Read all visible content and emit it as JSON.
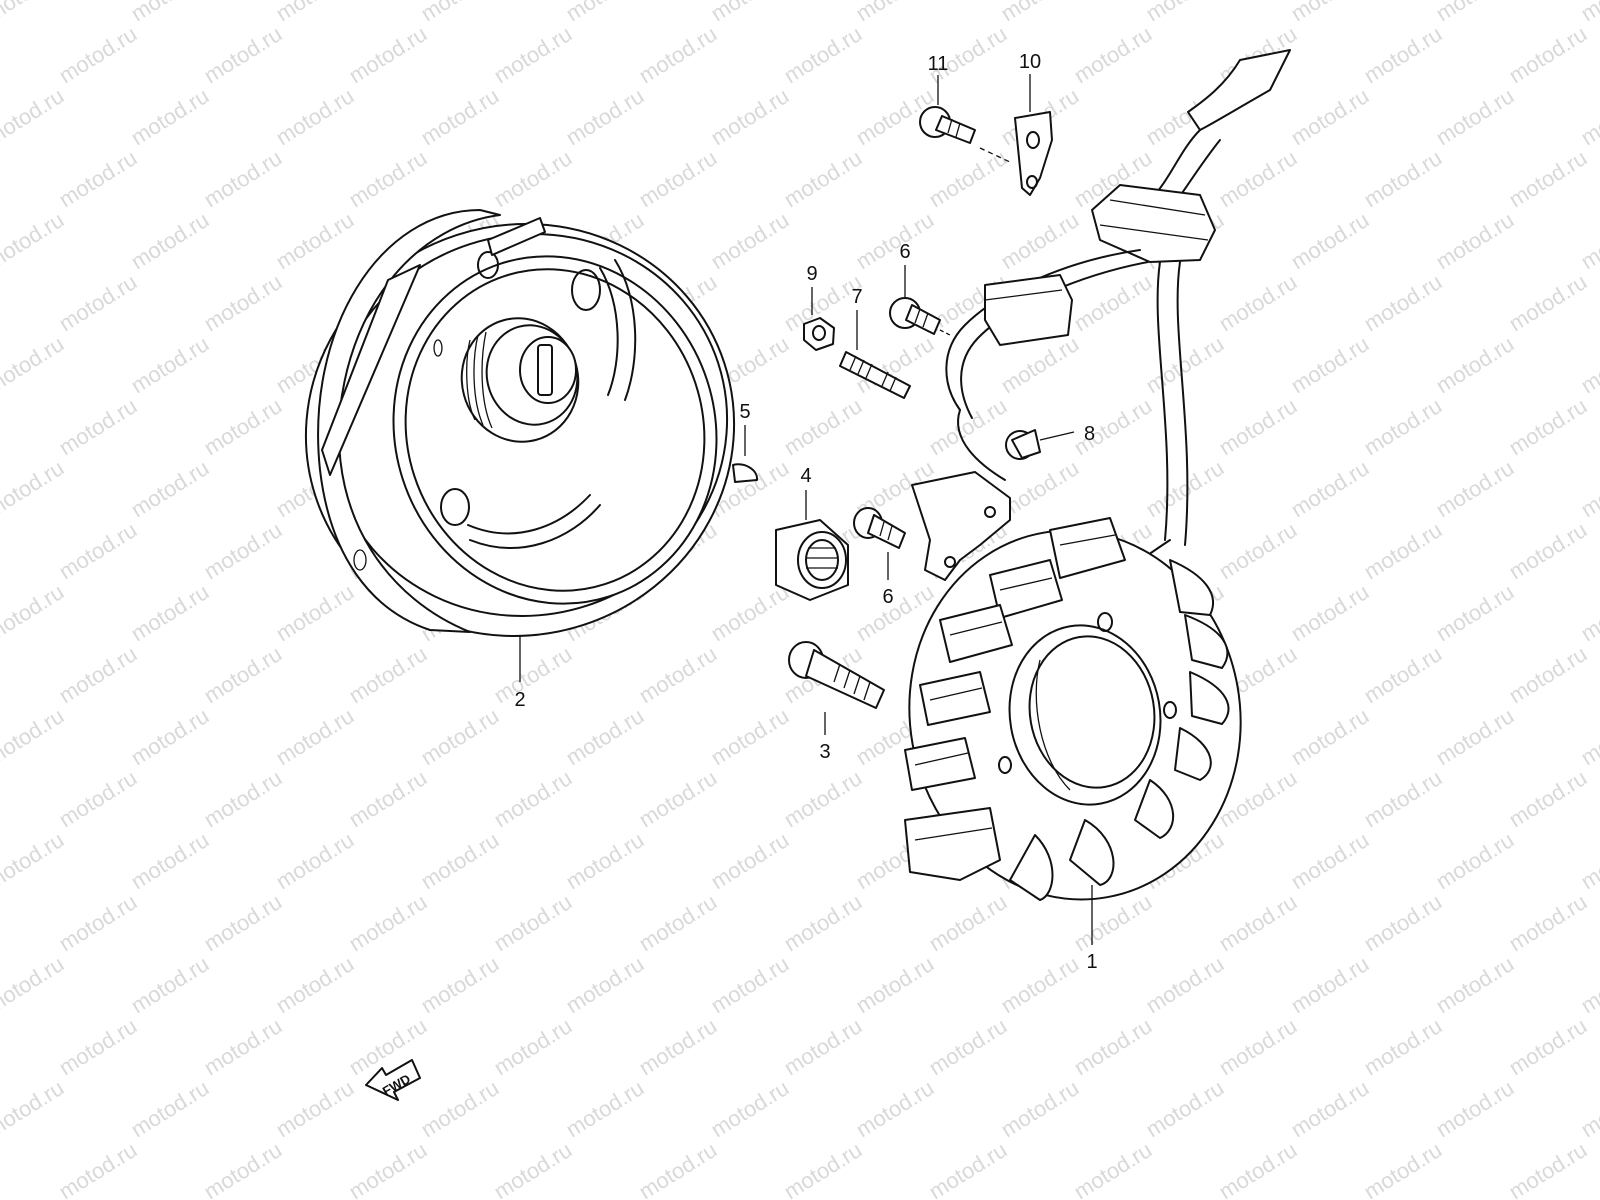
{
  "watermark": "motod.ru",
  "fwd_label": "FWD",
  "labels": {
    "p1": "1",
    "p2": "2",
    "p3": "3",
    "p4": "4",
    "p5": "5",
    "p6a": "6",
    "p6b": "6",
    "p7": "7",
    "p8": "8",
    "p9": "9",
    "p10": "10",
    "p11": "11"
  },
  "colors": {
    "ink": "#111111",
    "watermark": "#d9d9d9",
    "background": "#ffffff"
  }
}
